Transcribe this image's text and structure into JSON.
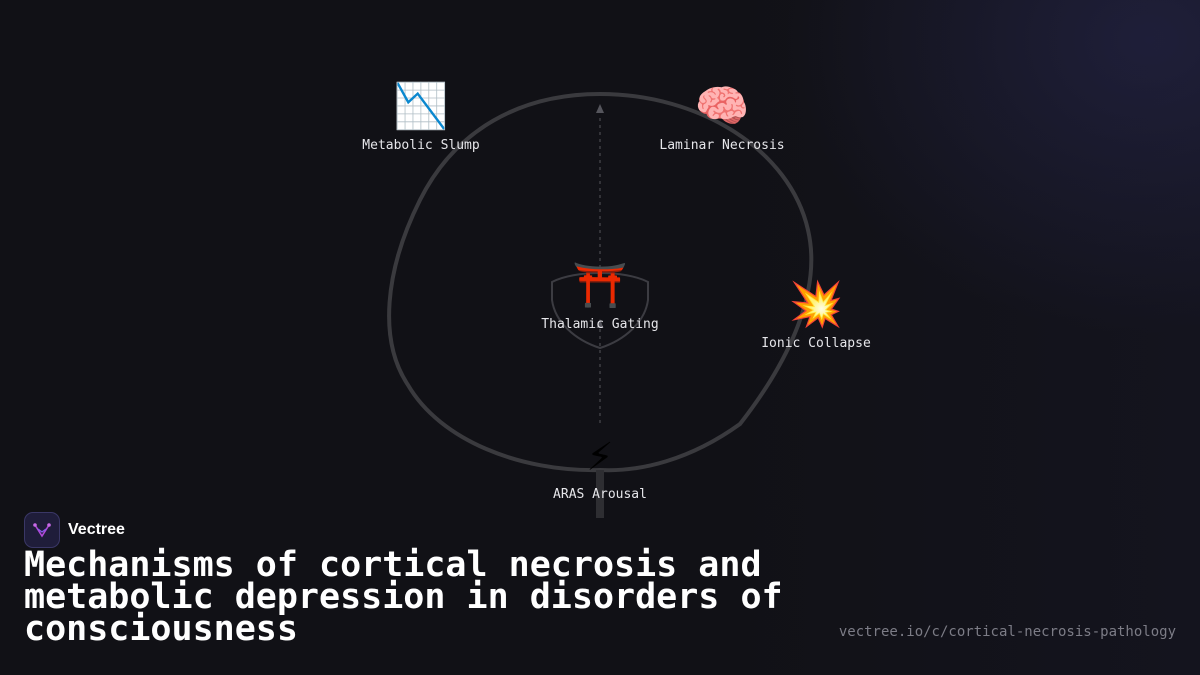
{
  "diagram": {
    "nodes": [
      {
        "id": "metabolic",
        "icon": "chart-decreasing-icon",
        "emoji": "📉",
        "label": "Metabolic Slump"
      },
      {
        "id": "laminar",
        "icon": "brain-icon",
        "emoji": "🧠",
        "label": "Laminar Necrosis"
      },
      {
        "id": "thalamic",
        "icon": "torii-gate-icon",
        "emoji": "⛩️",
        "label": "Thalamic Gating"
      },
      {
        "id": "ionic",
        "icon": "collision-icon",
        "emoji": "💥",
        "label": "Ionic Collapse"
      },
      {
        "id": "aras",
        "icon": "lightning-icon",
        "emoji": "⚡",
        "label": "ARAS Arousal"
      }
    ]
  },
  "brand": {
    "name": "Vectree",
    "accent": "#b04ad8"
  },
  "title": "Mechanisms of cortical necrosis and metabolic depression in disorders of consciousness",
  "url": "vectree.io/c/cortical-necrosis-pathology"
}
